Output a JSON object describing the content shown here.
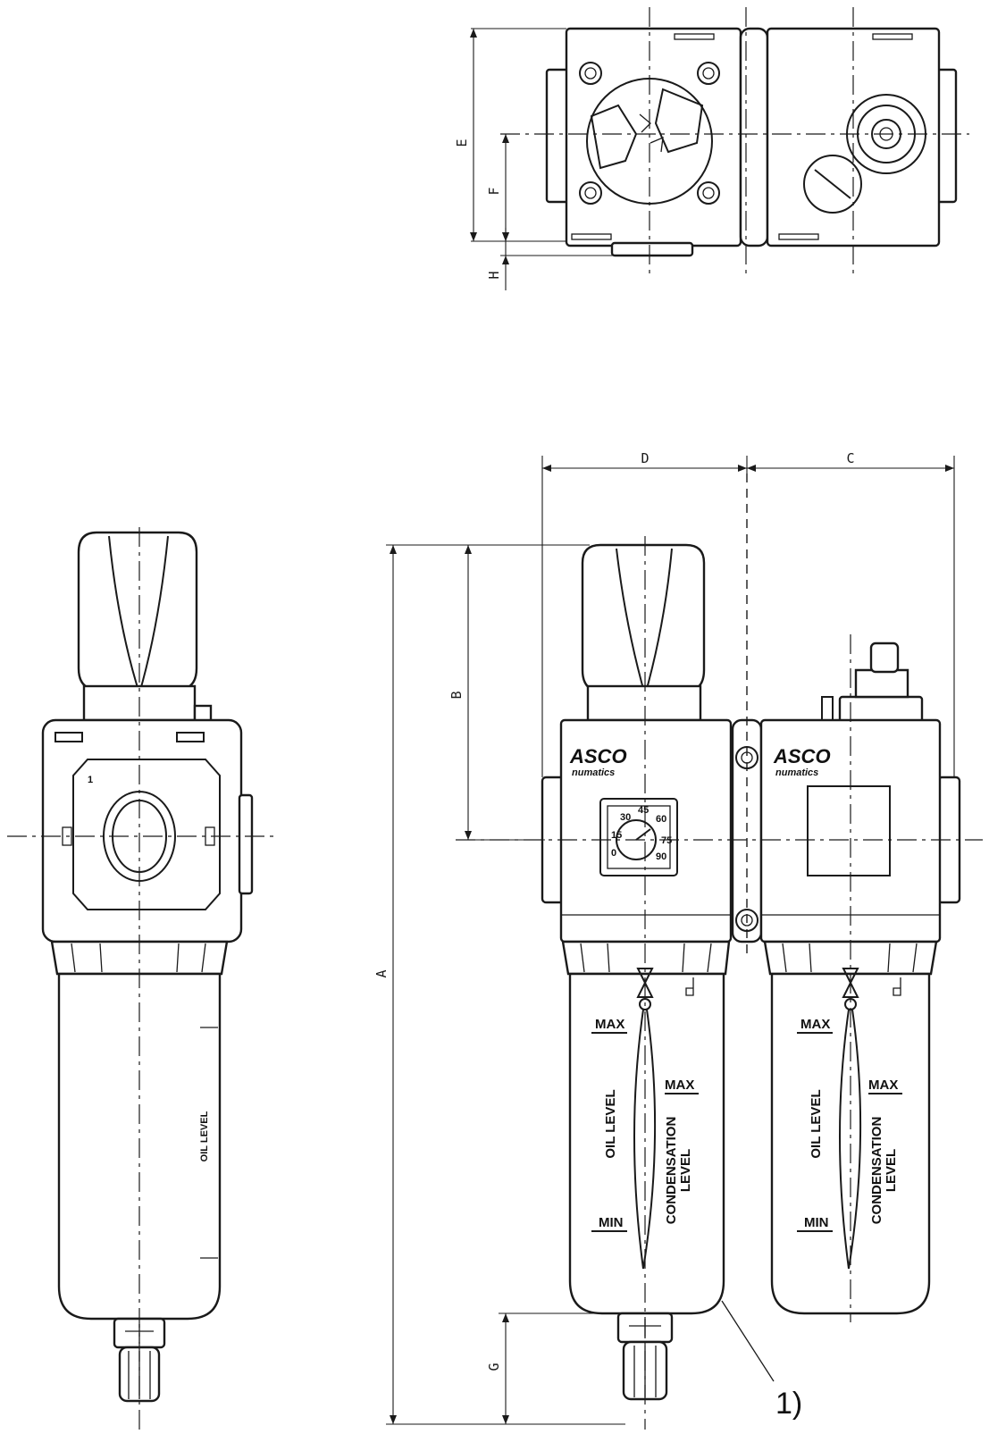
{
  "dimensions": [
    "A",
    "B",
    "C",
    "D",
    "E",
    "F",
    "G",
    "H"
  ],
  "callout": "1)",
  "brand": {
    "name": "ASCO",
    "sub": "numatics"
  },
  "labels": {
    "max": "MAX",
    "min": "MIN",
    "oil_level": "OIL LEVEL",
    "condensation_level_1": "CONDENSATION",
    "condensation_level_2": "LEVEL"
  },
  "gauge": {
    "scale": [
      "0",
      "15",
      "30",
      "45",
      "60",
      "75",
      "90"
    ]
  }
}
